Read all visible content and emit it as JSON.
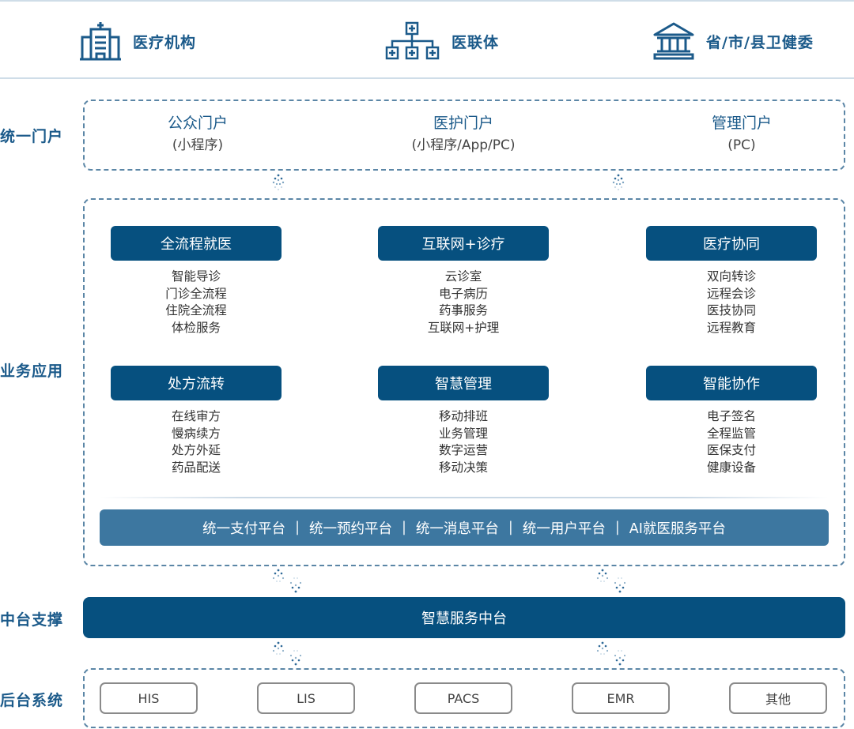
{
  "header": {
    "entities": [
      {
        "label": "医疗机构",
        "icon": "hospital-icon"
      },
      {
        "label": "医联体",
        "icon": "org-network-icon"
      },
      {
        "label": "省/市/县卫健委",
        "icon": "government-building-icon"
      }
    ]
  },
  "rows": {
    "portal": "统一门户",
    "business": "业务应用",
    "middle": "中台支撑",
    "backend": "后台系统"
  },
  "portals": [
    {
      "name": "公众门户",
      "sub": "(小程序)"
    },
    {
      "name": "医护门户",
      "sub": "(小程序/App/PC)"
    },
    {
      "name": "管理门户",
      "sub": "(PC)"
    }
  ],
  "modules": [
    {
      "title": "全流程就医",
      "items": [
        "智能导诊",
        "门诊全流程",
        "住院全流程",
        "体检服务"
      ]
    },
    {
      "title": "互联网+诊疗",
      "items": [
        "云诊室",
        "电子病历",
        "药事服务",
        "互联网+护理"
      ]
    },
    {
      "title": "医疗协同",
      "items": [
        "双向转诊",
        "远程会诊",
        "医技协同",
        "远程教育"
      ]
    },
    {
      "title": "处方流转",
      "items": [
        "在线审方",
        "慢病续方",
        "处方外延",
        "药品配送"
      ]
    },
    {
      "title": "智慧管理",
      "items": [
        "移动排班",
        "业务管理",
        "数字运营",
        "移动决策"
      ]
    },
    {
      "title": "智能协作",
      "items": [
        "电子签名",
        "全程监管",
        "医保支付",
        "健康设备"
      ]
    }
  ],
  "platforms": [
    "统一支付平台",
    "统一预约平台",
    "统一消息平台",
    "统一用户平台",
    "AI就医服务平台"
  ],
  "platform_separator": "|",
  "middle_platform": "智慧服务中台",
  "backend_systems": [
    "HIS",
    "LIS",
    "PACS",
    "EMR",
    "其他"
  ],
  "colors": {
    "primary": "#06507f",
    "platform_bar": "#3d77a0",
    "label_text": "#1b5a8a",
    "dashed_border": "#5b86a6",
    "system_border": "#8a8a8a"
  }
}
